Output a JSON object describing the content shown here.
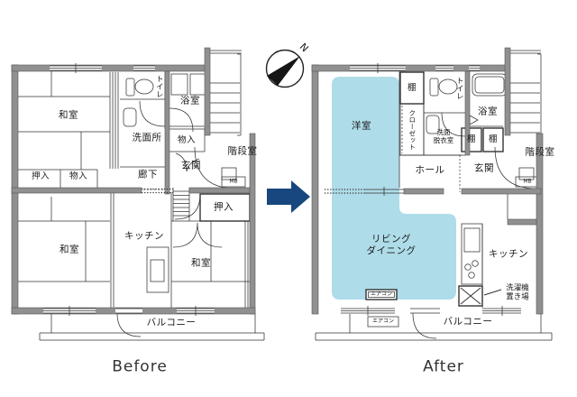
{
  "colors": {
    "wall": "#909090",
    "wall_edge": "#555555",
    "line": "#333333",
    "highlight": "#aedce9",
    "arrow": "#17477e",
    "text": "#1a1a1a"
  },
  "compass": {
    "north_label": "N"
  },
  "before": {
    "title": "Before",
    "labels": {
      "washitsu_nw": "和室",
      "oshiire_nw": "押入",
      "monoire_nw": "物入",
      "toilet": "トイレ",
      "senmenjo": "洗面所",
      "yokushitsu": "浴室",
      "monoire_e": "物入",
      "genkan": "玄関",
      "rouka": "廊下",
      "kaidanshitsu": "階段室",
      "mb": "MB",
      "oshiire_se": "押入",
      "washitsu_sw": "和室",
      "kitchen": "キッチン",
      "washitsu_se": "和室",
      "balcony": "バルコニー"
    }
  },
  "after": {
    "title": "After",
    "labels": {
      "youshitsu": "洋室",
      "tana_north": "棚",
      "toilet": "トイレ",
      "yokushitsu": "浴室",
      "closet": "クローゼット",
      "senmen_datsui": "洗面\n脱衣室",
      "tana_mid1": "棚",
      "tana_mid2": "棚",
      "hall": "ホール",
      "genkan": "玄関",
      "kaidanshitsu": "階段室",
      "mb": "MB",
      "living_dining": "リビング\nダイニング",
      "kitchen": "キッチン",
      "aircon_inner": "エアコン",
      "aircon_outer": "エアコン",
      "washer_space": "洗濯機\n置き場",
      "balcony": "バルコニー"
    }
  }
}
